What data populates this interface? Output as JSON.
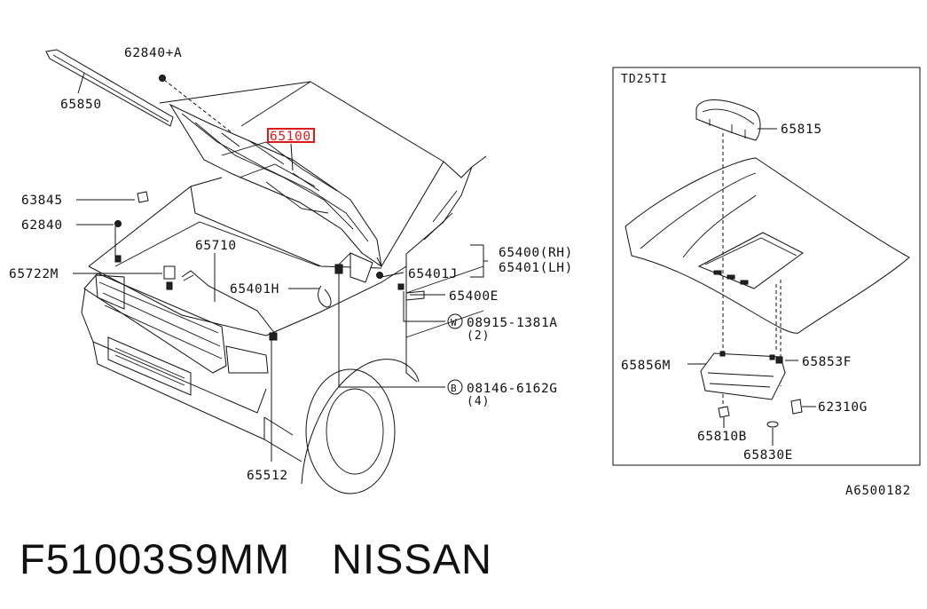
{
  "inset": {
    "title": "TD25TI"
  },
  "labels": {
    "p62840a": "62840+A",
    "p65850": "65850",
    "p65100": "65100",
    "p63845": "63845",
    "p62840": "62840",
    "p65710": "65710",
    "p65722m": "65722M",
    "p65401h": "65401H",
    "p65400rh": "65400(RH)",
    "p65401lh": "65401(LH)",
    "p65401j": "65401J",
    "p65400e": "65400E",
    "w08915": "08915-1381A",
    "w08915_qty": "(2)",
    "b08146": "08146-6162G",
    "b08146_qty": "(4)",
    "p65512": "65512",
    "p65815": "65815",
    "p65856m": "65856M",
    "p65853f": "65853F",
    "p62310g": "62310G",
    "p65810b": "65810B",
    "p65830e": "65830E"
  },
  "symbols": {
    "washer": "W",
    "bolt": "B"
  },
  "drawing_code": "A6500182",
  "footer": {
    "part_number": "F51003S9MM",
    "brand": "NISSAN"
  },
  "highlight_color": "#e0191b"
}
